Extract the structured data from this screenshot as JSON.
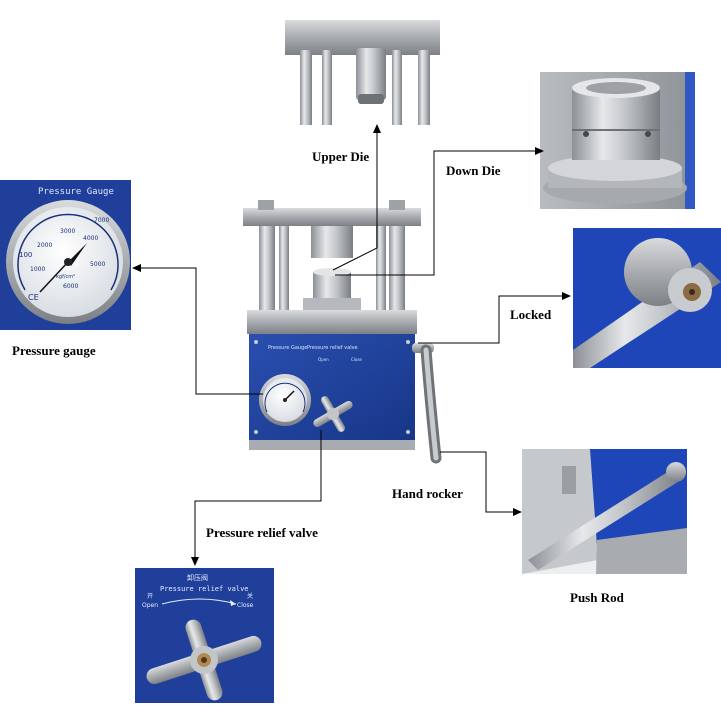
{
  "labels": {
    "upper_die": "Upper Die",
    "down_die": "Down Die",
    "pressure_gauge": "Pressure gauge",
    "locked": "Locked",
    "hand_rocker": "Hand rocker",
    "pressure_relief_valve": "Pressure relief valve",
    "push_rod": "Push Rod"
  },
  "gauge_panel": {
    "title": "Pressure Gauge",
    "unit": "kgf/cm²",
    "scale": [
      "100",
      "1000",
      "2000",
      "3000",
      "4000",
      "5000",
      "6000",
      "7000"
    ],
    "ce_mark": "CE"
  },
  "machine_panel": {
    "left_label": "Pressure Gauge",
    "right_label": "Pressure relief valve",
    "open": "Open",
    "close": "Close"
  },
  "valve_panel": {
    "title_cn": "卸压阀",
    "title": "Pressure relief valve",
    "open_cn": "开",
    "open": "Open",
    "close_cn": "关",
    "close": "Close"
  },
  "colors": {
    "steel_blue_panel": "#1f3f9a",
    "dark_blue_panel": "#173687",
    "steel": "#b9bcc0",
    "leader_line": "#000000"
  }
}
